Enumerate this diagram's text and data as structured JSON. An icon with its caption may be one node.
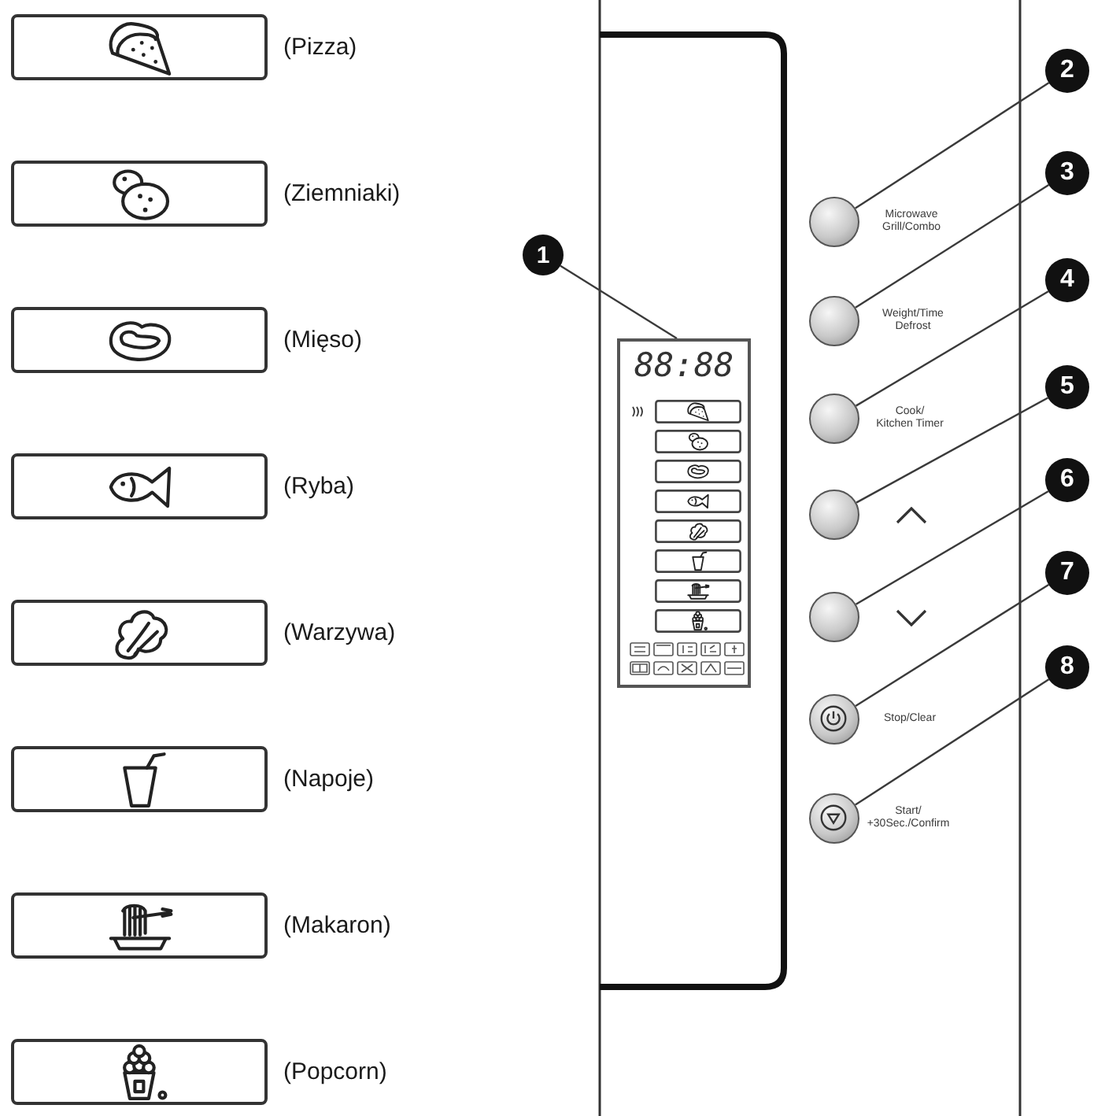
{
  "diagram": {
    "nodes": [
      {
        "text": [],
        "shape": "box",
        "beside": [
          "(Pizza)"
        ]
      },
      {
        "text": [],
        "shape": "box",
        "beside": [
          "(Ziemniaki)"
        ]
      },
      {
        "text": [],
        "shape": "box",
        "beside": [
          "(Mięso)"
        ]
      },
      {
        "text": [],
        "shape": "box",
        "beside": [
          "(Ryba)"
        ]
      },
      {
        "text": [],
        "shape": "box",
        "beside": [
          "(Warzywa)"
        ]
      },
      {
        "text": [],
        "shape": "box",
        "beside": [
          "(Napoje)"
        ]
      },
      {
        "text": [],
        "shape": "box",
        "beside": [
          "(Makaron)"
        ]
      },
      {
        "text": [],
        "shape": "box",
        "beside": [
          "(Popcorn)"
        ]
      },
      {
        "text": [
          "1"
        ]
      },
      {
        "text": [
          "88:88"
        ]
      },
      {
        "text": [
          "2"
        ]
      },
      {
        "text": [
          "3"
        ]
      },
      {
        "text": [
          "4"
        ]
      },
      {
        "text": [
          "5"
        ]
      },
      {
        "text": [
          "6"
        ]
      },
      {
        "text": [
          "7"
        ]
      },
      {
        "text": [
          "8"
        ]
      },
      {
        "text": [],
        "shape": "circle",
        "beside": [
          "Microwave Grill/Combo"
        ]
      },
      {
        "text": [],
        "shape": "circle",
        "beside": [
          "Weight/Time Defrost"
        ]
      },
      {
        "text": [],
        "shape": "circle",
        "beside": [
          "Cook/ Kitchen Timer"
        ]
      },
      {
        "text": [],
        "shape": "circle"
      },
      {
        "text": [],
        "shape": "circle"
      },
      {
        "text": [],
        "shape": "circle",
        "beside": [
          "Stop/Clear"
        ]
      },
      {
        "text": [],
        "shape": "circle",
        "beside": [
          "Start/ +30Sec./Confirm"
        ]
      }
    ],
    "edges": [
      {
        "from": 8,
        "to": 9,
        "arrow": "none"
      },
      {
        "from": 10,
        "to": 17,
        "arrow": "none"
      },
      {
        "from": 11,
        "to": 18,
        "arrow": "none"
      },
      {
        "from": 12,
        "to": 19,
        "arrow": "none"
      },
      {
        "from": 13,
        "to": 20,
        "arrow": "none"
      },
      {
        "from": 14,
        "to": 21,
        "arrow": "none"
      },
      {
        "from": 15,
        "to": 22,
        "arrow": "none"
      },
      {
        "from": 16,
        "to": 23,
        "arrow": "none"
      }
    ]
  }
}
